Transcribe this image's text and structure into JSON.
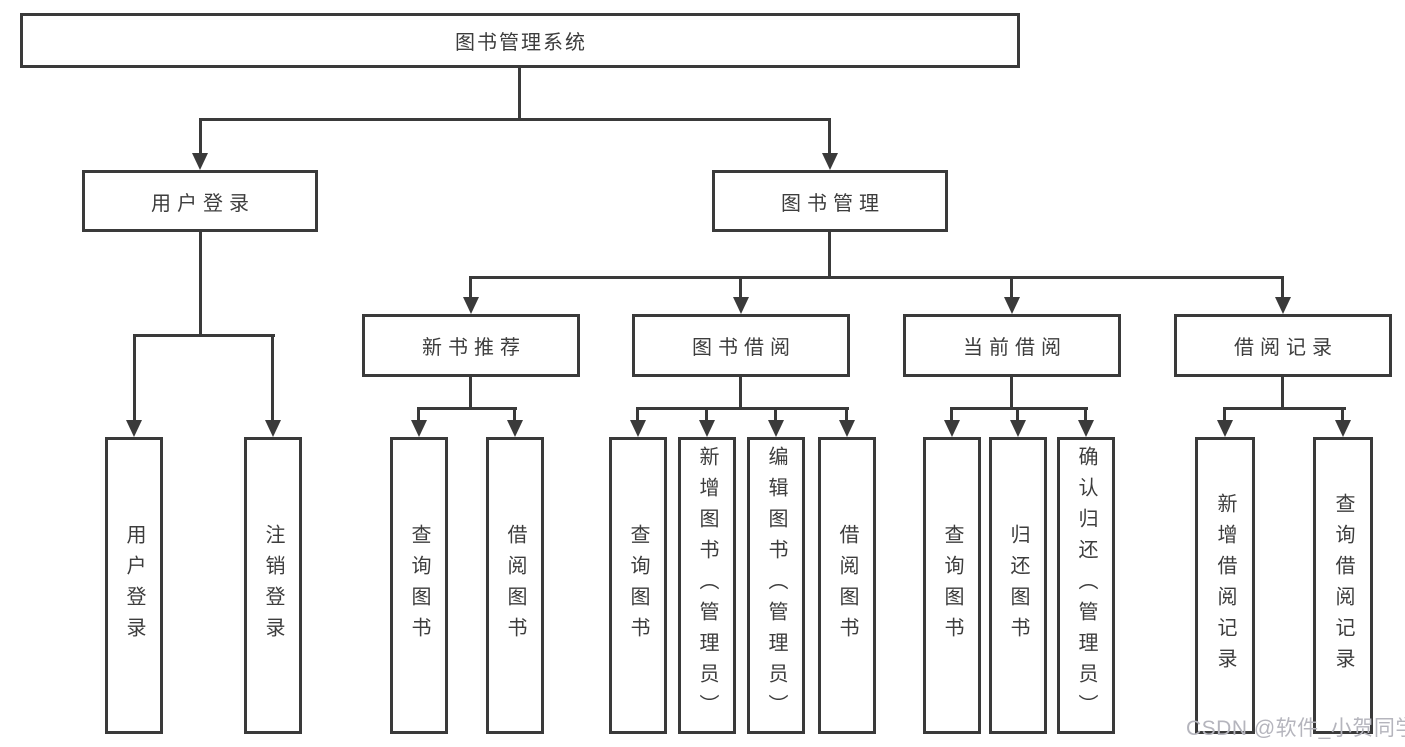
{
  "tree": {
    "label": "图书管理系统",
    "children": [
      {
        "label": "用户登录",
        "children": [
          {
            "label": "用户登录"
          },
          {
            "label": "注销登录"
          }
        ]
      },
      {
        "label": "图书管理",
        "children": [
          {
            "label": "新书推荐",
            "children": [
              {
                "label": "查询图书"
              },
              {
                "label": "借阅图书"
              }
            ]
          },
          {
            "label": "图书借阅",
            "children": [
              {
                "label": "查询图书"
              },
              {
                "label": "新增图书（管理员）"
              },
              {
                "label": "编辑图书（管理员）"
              },
              {
                "label": "借阅图书"
              }
            ]
          },
          {
            "label": "当前借阅",
            "children": [
              {
                "label": "查询图书"
              },
              {
                "label": "归还图书"
              },
              {
                "label": "确认归还（管理员）"
              }
            ]
          },
          {
            "label": "借阅记录",
            "children": [
              {
                "label": "新增借阅记录"
              },
              {
                "label": "查询借阅记录"
              }
            ]
          }
        ]
      }
    ]
  },
  "watermark": {
    "text": "CSDN @软件_小贺同学"
  },
  "colors": {
    "line": "#3a3a3a",
    "text": "#3d3d3d",
    "background": "#ffffff",
    "watermark": "#b5b5bd"
  }
}
